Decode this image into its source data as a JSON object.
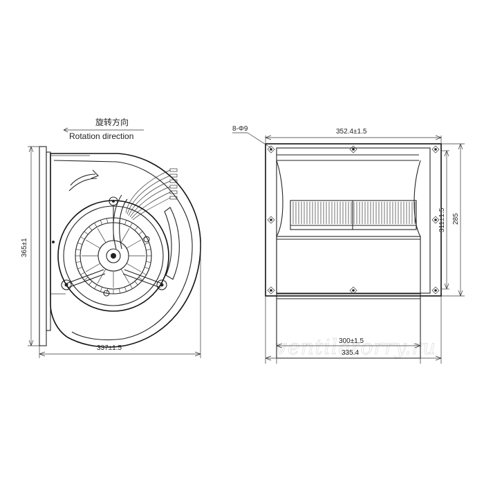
{
  "rotation": {
    "label_cn": "旋转方向",
    "label_en": "Rotation direction"
  },
  "front_view": {
    "height_dim": "365±1",
    "width_dim": "337±1.5"
  },
  "side_view": {
    "hole_dim": "8-Φ9",
    "top_width_dim": "352.4±1.5",
    "inner_height_dim": "311±1.5",
    "outer_height_dim": "285",
    "inner_width_dim": "300±1.5",
    "outer_width_dim": "335.4"
  },
  "watermark": "ventilatorry.ru"
}
